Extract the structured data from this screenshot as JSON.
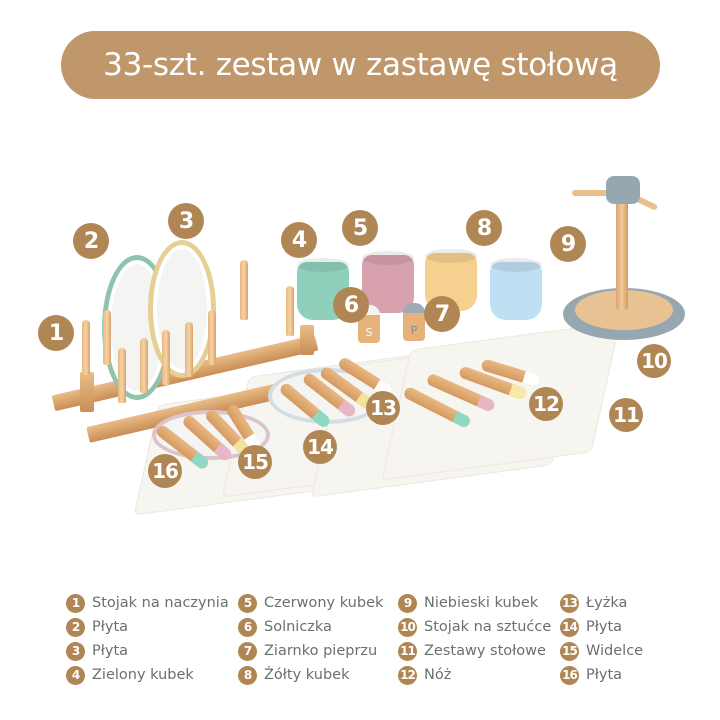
{
  "title": "33-szt. zestaw w zastawę stołową",
  "colors": {
    "accent": "#b08655",
    "title_pill": "#bf976b",
    "cup_green": "#8fd0bc",
    "cup_pink": "#d8a1ae",
    "cup_yellow": "#f6d08e",
    "cup_blue": "#bfdff2",
    "stand_gray": "#97a7b2"
  },
  "callouts": [
    {
      "n": "1"
    },
    {
      "n": "2"
    },
    {
      "n": "3"
    },
    {
      "n": "4"
    },
    {
      "n": "5"
    },
    {
      "n": "6"
    },
    {
      "n": "7"
    },
    {
      "n": "8"
    },
    {
      "n": "9"
    },
    {
      "n": "10"
    },
    {
      "n": "11"
    },
    {
      "n": "12"
    },
    {
      "n": "13"
    },
    {
      "n": "14"
    },
    {
      "n": "15"
    },
    {
      "n": "16"
    }
  ],
  "shakers": {
    "salt": "S",
    "pepper": "P"
  },
  "legend": [
    {
      "n": "1",
      "label": "Stojak na naczynia"
    },
    {
      "n": "5",
      "label": "Czerwony kubek"
    },
    {
      "n": "9",
      "label": "Niebieski kubek"
    },
    {
      "n": "13",
      "label": "Łyżka"
    },
    {
      "n": "2",
      "label": "Płyta"
    },
    {
      "n": "6",
      "label": "Solniczka"
    },
    {
      "n": "10",
      "label": "Stojak na sztućce"
    },
    {
      "n": "14",
      "label": "Płyta"
    },
    {
      "n": "3",
      "label": "Płyta"
    },
    {
      "n": "7",
      "label": "Ziarnko pieprzu"
    },
    {
      "n": "11",
      "label": "Zestawy stołowe"
    },
    {
      "n": "15",
      "label": "Widelce"
    },
    {
      "n": "4",
      "label": "Zielony kubek"
    },
    {
      "n": "8",
      "label": "Żółty kubek"
    },
    {
      "n": "12",
      "label": "Nóż"
    },
    {
      "n": "16",
      "label": "Płyta"
    }
  ]
}
